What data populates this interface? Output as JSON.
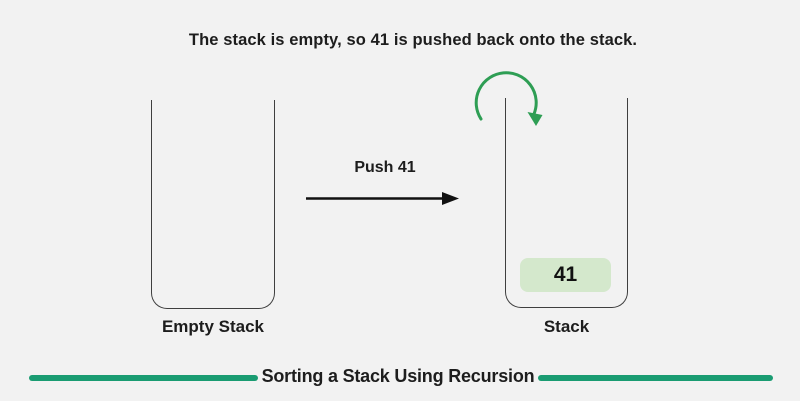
{
  "colors": {
    "background": "#f2f2f2",
    "stack_outline": "#3f3f3f",
    "push_arrow": "#111111",
    "recursion_arrow": "#2e9e54",
    "item_fill": "#d4e8cc",
    "item_text": "#111111",
    "footer_line": "#1a9c72",
    "text": "#1d1d1d"
  },
  "caption": "The stack is empty, so 41 is pushed back onto the stack.",
  "left_stack": {
    "label": "Empty Stack",
    "items": []
  },
  "transition": {
    "label": "Push 41"
  },
  "right_stack": {
    "label": "Stack",
    "items": [
      "41"
    ]
  },
  "footer": {
    "title": "Sorting a Stack Using Recursion"
  },
  "icons": {
    "push_arrow": "right-arrow",
    "recursion_arrow": "curved-push-down-arrow"
  }
}
